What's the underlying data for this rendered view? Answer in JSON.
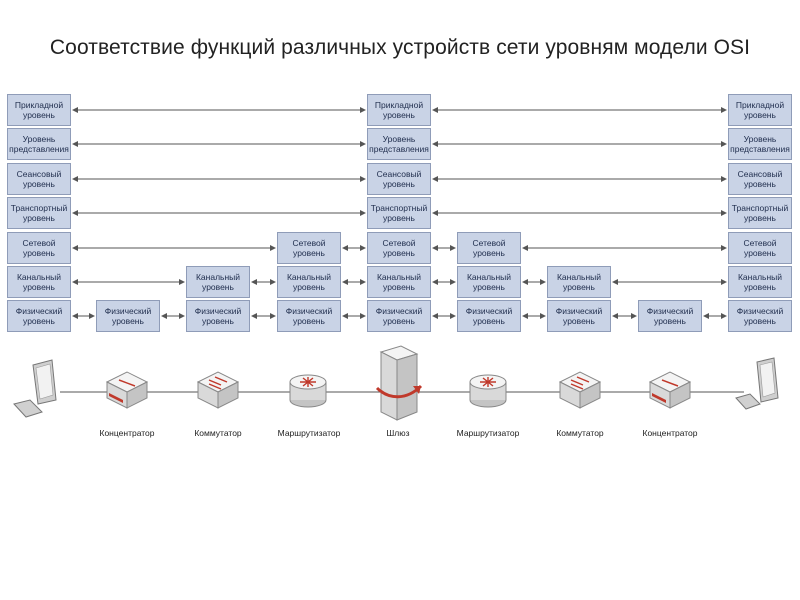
{
  "title": "Соответствие функций различных устройств сети уровням модели OSI",
  "layers": [
    "Прикладной\nуровень",
    "Уровень\nпредставления",
    "Сеансовый\nуровень",
    "Транспортный\nуровень",
    "Сетевой\nуровень",
    "Канальный\nуровень",
    "Физический\nуровень"
  ],
  "devices": {
    "hub_left": "Концентратор",
    "switch_left": "Коммутатор",
    "router_left": "Маршрутизатор",
    "gateway": "Шлюз",
    "router_right": "Маршрутизатор",
    "switch_right": "Коммутатор",
    "hub_right": "Концентратор"
  },
  "colors": {
    "box_fill": "#c9d3e6",
    "box_border": "#8f9cb8",
    "arrow": "#555555",
    "accent": "#c0392b"
  }
}
